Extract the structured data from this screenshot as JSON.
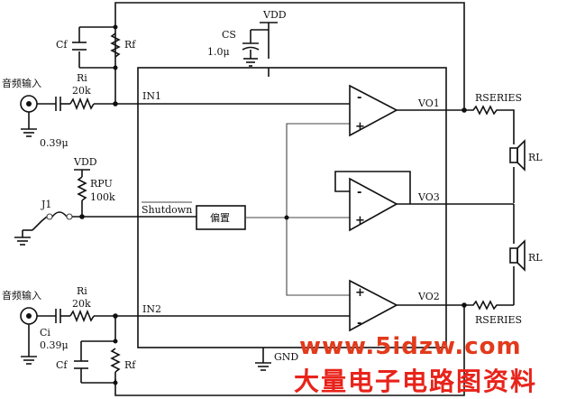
{
  "labels": {
    "vdd_top": "VDD",
    "cs": "CS",
    "cs_value": "1.0μ",
    "cf_top": "Cf",
    "rf_top": "Rf",
    "audio_in_1": "音频输入",
    "ri_1": "Ri",
    "ri_1_value": "20k",
    "ci_1_value": "0.39μ",
    "in1": "IN1",
    "vdd_mid": "VDD",
    "rpu": "RPU",
    "rpu_value": "100k",
    "j1": "J1",
    "shutdown": "Shutdown",
    "bias": "偏置",
    "audio_in_2": "音频输入",
    "ri_2": "Ri",
    "ri_2_value": "20k",
    "ci_2": "Ci",
    "ci_2_value": "0.39μ",
    "in2": "IN2",
    "cf_bot": "Cf",
    "rf_bot": "Rf",
    "gnd": "GND",
    "vo1": "VO1",
    "vo3": "VO3",
    "vo2": "VO2",
    "rseries_top": "RSERIES",
    "rseries_bot": "RSERIES",
    "rl_top": "RL",
    "rl_bot": "RL",
    "plus": "+",
    "minus": "-"
  },
  "watermark": {
    "site": "www.5idzw.com",
    "title": "大量电子电路图资料",
    "site_color": "#e23a1b",
    "title_color": "#e8231a"
  }
}
